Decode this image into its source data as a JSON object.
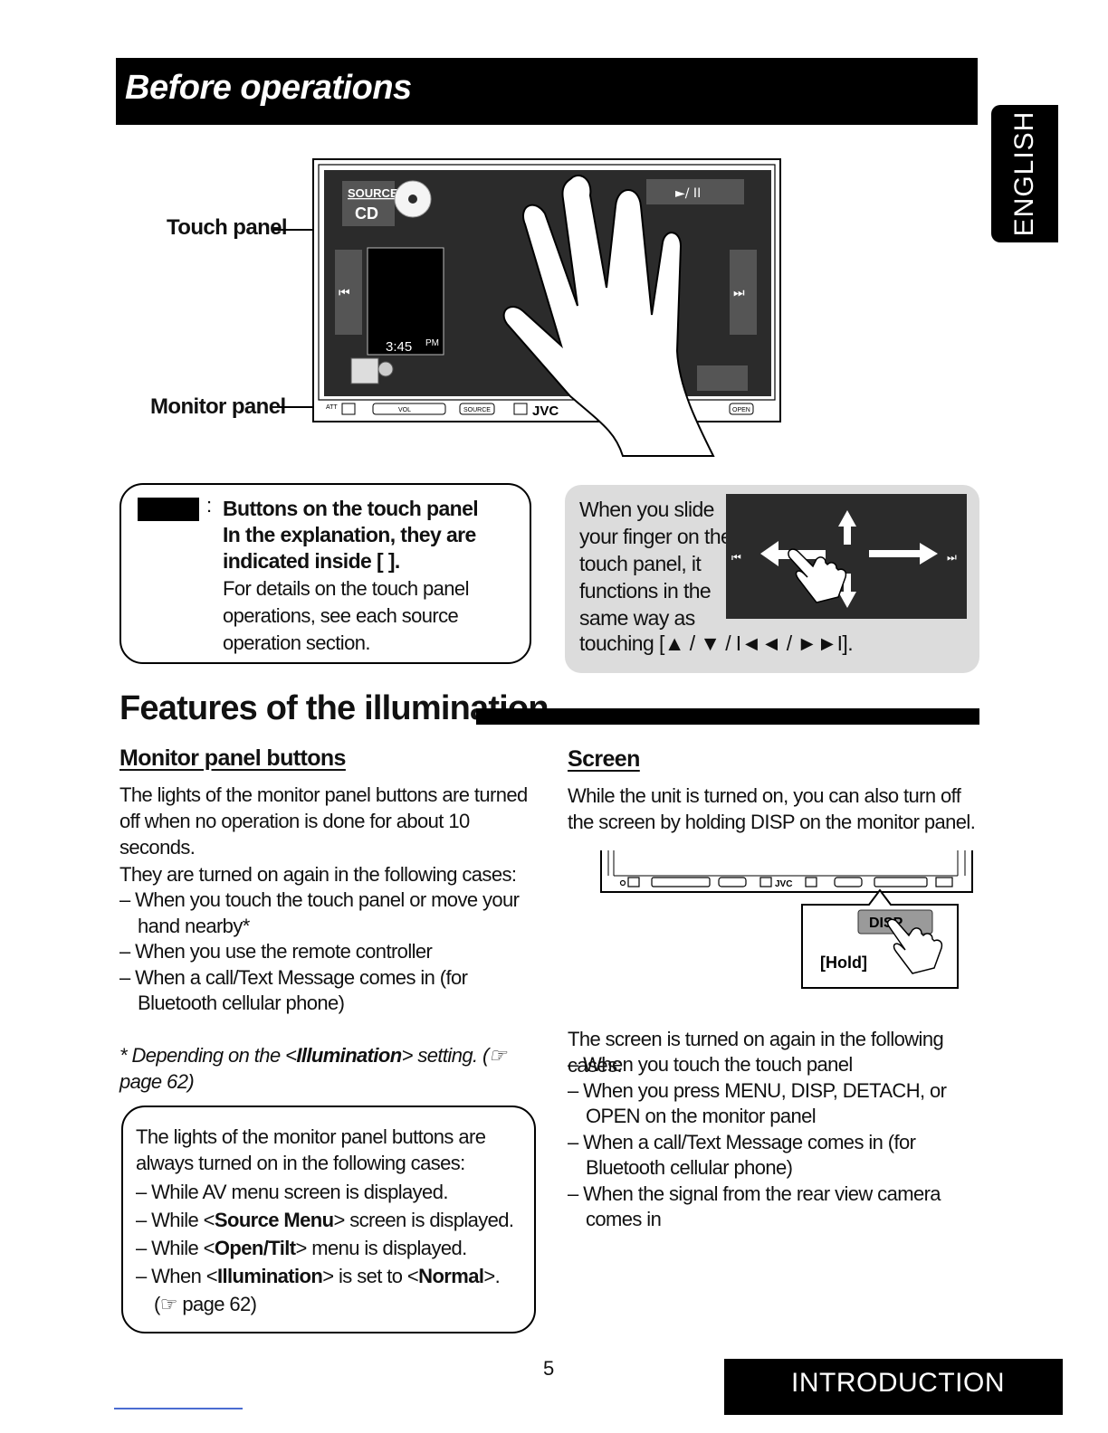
{
  "header": {
    "title": "Before operations"
  },
  "language_tab": "ENGLISH",
  "device_figure": {
    "touch_panel_label": "Touch panel",
    "monitor_panel_label": "Monitor panel",
    "screen_source_label": "SOURCE",
    "screen_source_value": "CD",
    "screen_time": "3:45",
    "screen_ampm": "PM",
    "play_pause_glyph": "►/ II",
    "prev_glyph": "⏮",
    "next_glyph": "⏭",
    "brand": "JVC",
    "btn_source": "SOURCE",
    "btn_vol": "VOL",
    "btn_open": "OPEN",
    "btn_att": "ATT"
  },
  "explain_box": {
    "bold_line1": "Buttons on the touch panel",
    "bold_line2": "In the explanation, they are",
    "bold_line3": "indicated inside [   ].",
    "detail": "For details on the touch panel operations, see each source operation section."
  },
  "slide_panel": {
    "text": "When you slide your finger on the touch panel, it functions in the same way as",
    "last_line": "touching [▲ / ▼ / I◄◄ / ►►I]."
  },
  "features": {
    "heading": "Features of the illumination",
    "monitor_buttons": {
      "heading": "Monitor panel buttons",
      "intro": "The lights of the monitor panel buttons are turned off when no operation is done for about 10 seconds.",
      "cases_intro": "They are turned on again in the following cases:",
      "cases": [
        "– When you touch the touch panel or move your hand nearby*",
        "– When you use the remote controller",
        "– When a call/Text Message comes in (for Bluetooth cellular phone)"
      ],
      "footnote_prefix": "* Depending on the <",
      "footnote_bold": "Illumination",
      "footnote_suffix": "> setting. (☞ page 62)"
    },
    "always_box": {
      "intro": "The lights of the monitor panel buttons are always turned on in the following cases:",
      "item1": "– While AV menu screen is displayed.",
      "item2_prefix": "– While <",
      "item2_bold": "Source Menu",
      "item2_suffix": "> screen is displayed.",
      "item3_prefix": "– While <",
      "item3_bold": "Open/Tilt",
      "item3_suffix": "> menu is displayed.",
      "item4_prefix": "– When <",
      "item4_bold": "Illumination",
      "item4_mid": "> is set to <",
      "item4_bold2": "Normal",
      "item4_suffix": ">.",
      "item4_ref": "(☞ page 62)"
    },
    "screen": {
      "heading": "Screen",
      "intro": "While the unit is turned on, you can also turn off the screen by holding DISP on the monitor panel.",
      "disp_label": "DISP",
      "hold_label": "[Hold]",
      "brand": "JVC",
      "cases_intro": "The screen is turned on again in the following cases:",
      "cases": [
        "– When you touch the touch panel",
        "– When you press MENU, DISP, DETACH, or OPEN on the monitor panel",
        "– When a call/Text Message comes in (for Bluetooth cellular phone)",
        "– When the signal from the rear view camera comes in"
      ]
    }
  },
  "footer": {
    "page_number": "5",
    "section": "INTRODUCTION"
  }
}
